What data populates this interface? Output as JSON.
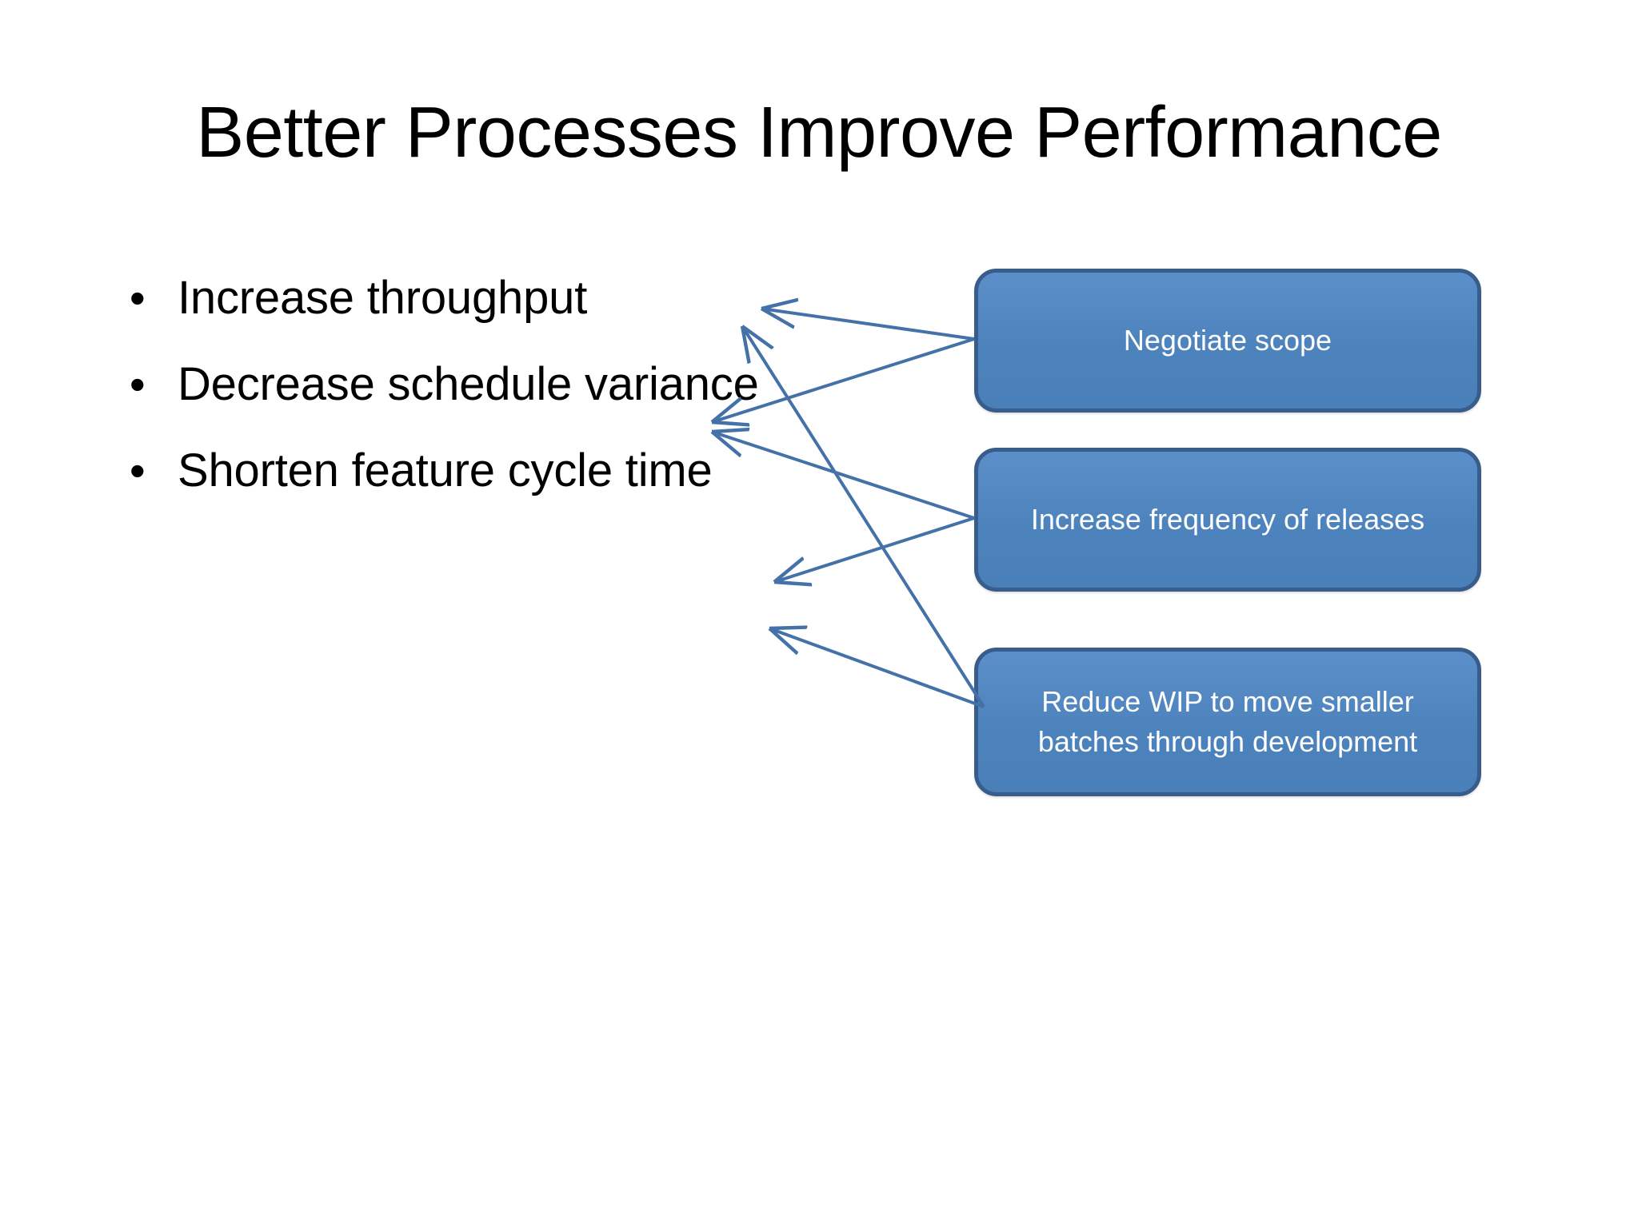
{
  "slide": {
    "title": "Better Processes Improve Performance",
    "background_color": "#ffffff",
    "title_color": "#000000"
  },
  "bullets": {
    "marker": "•",
    "items": [
      {
        "text": "Increase throughput"
      },
      {
        "text": "Decrease schedule variance"
      },
      {
        "text": "Shorten feature cycle time"
      }
    ]
  },
  "process_boxes": {
    "fill_color": "#4f81bd",
    "border_color": "#385d8a",
    "text_color": "#ffffff",
    "items": [
      {
        "label": "Negotiate scope"
      },
      {
        "label": "Increase frequency of releases"
      },
      {
        "label": "Reduce WIP to move smaller batches through development"
      }
    ]
  },
  "connectors": {
    "color": "#4472a8",
    "arrows": [
      {
        "from": "Negotiate scope",
        "to": "Increase throughput"
      },
      {
        "from": "Negotiate scope",
        "to": "Decrease schedule variance"
      },
      {
        "from": "Increase frequency of releases",
        "to": "Decrease schedule variance"
      },
      {
        "from": "Increase frequency of releases",
        "to": "Shorten feature cycle time"
      },
      {
        "from": "Reduce WIP to move smaller batches through development",
        "to": "Increase throughput"
      },
      {
        "from": "Reduce WIP to move smaller batches through development",
        "to": "Shorten feature cycle time"
      }
    ]
  }
}
